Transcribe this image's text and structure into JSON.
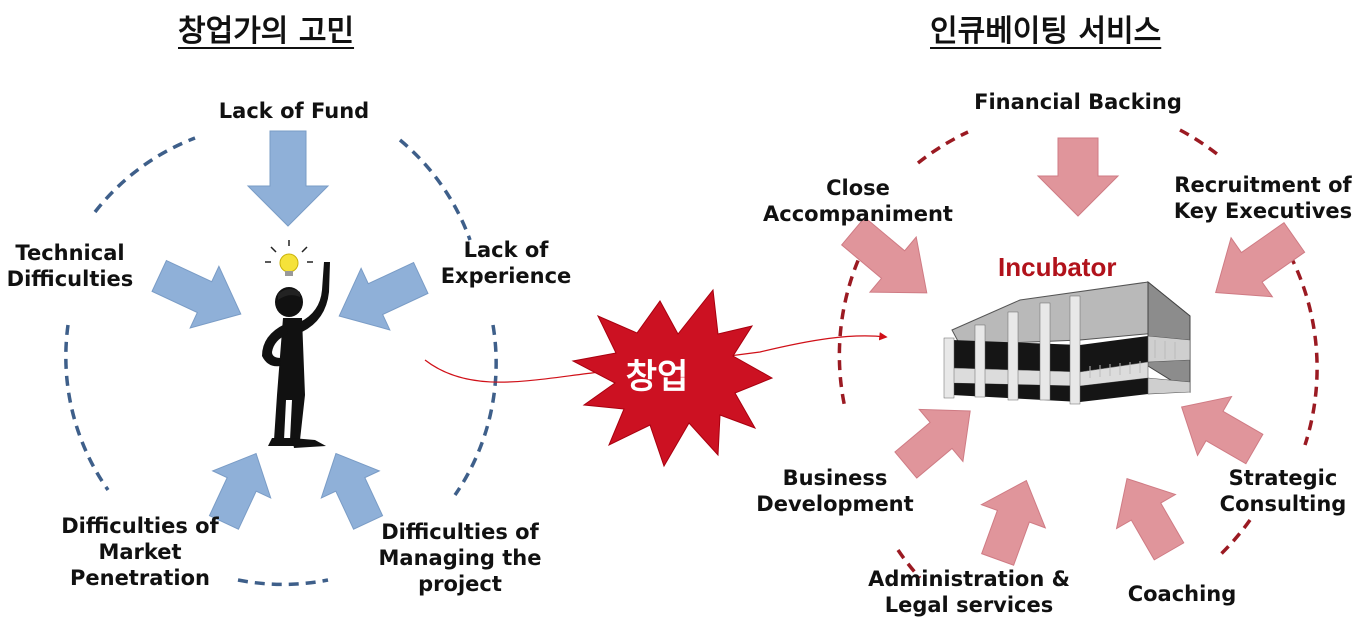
{
  "left": {
    "title": "창업가의 고민",
    "labels": {
      "fund": "Lack of Fund",
      "technical": "Technical\nDifficulties",
      "experience": "Lack of\nExperience",
      "market": "Difficulties of\nMarket\nPenetration",
      "managing": "Difficulties of\nManaging the\nproject"
    },
    "arrow_color": "#8fb0d8",
    "circle_color": "#3e5f8a"
  },
  "center": {
    "burst_text": "창업",
    "burst_color": "#cc1122"
  },
  "right": {
    "title": "인큐베이팅 서비스",
    "center_label": "Incubator",
    "labels": {
      "financial": "Financial Backing",
      "close": "Close\nAccompaniment",
      "recruitment": "Recruitment of\nKey Executives",
      "business": "Business\nDevelopment",
      "strategic": "Strategic\nConsulting",
      "admin": "Administration &\nLegal services",
      "coaching": "Coaching"
    },
    "arrow_color": "#e0959b",
    "circle_color": "#9b1a22"
  }
}
